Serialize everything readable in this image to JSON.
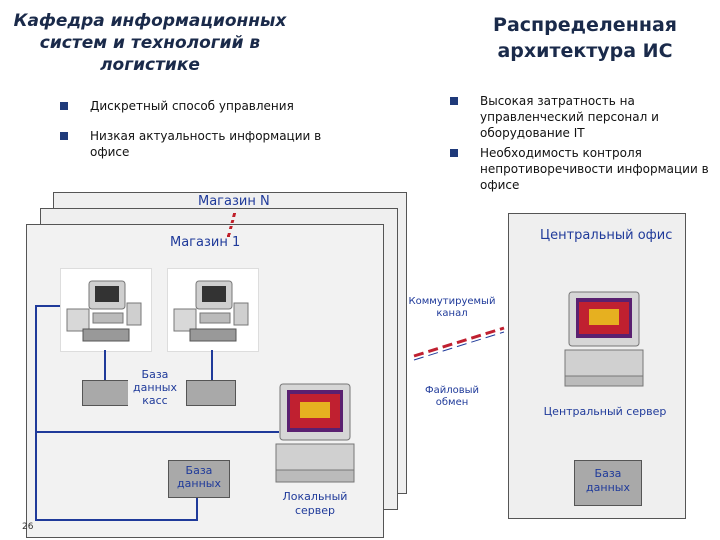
{
  "header": {
    "department": "Кафедра информационных систем и технологий в логистике",
    "title": "Распределенная архитектура ИС"
  },
  "left_bullets": [
    "Дискретный способ управления",
    "Низкая актуальность информации в офисе"
  ],
  "right_bullets": [
    "Высокая затратность на управленческий персонал и оборудование IT",
    "Необходимость контроля непротиворечивости информации в офисе"
  ],
  "diagram": {
    "store_n": "Магазин N",
    "store_1": "Магазин 1",
    "central_office": "Центральный офис",
    "switched_channel": "Коммутируемый канал",
    "file_exchange": "Файловый обмен",
    "pos_db": "База данных касс",
    "db": "База данных",
    "local_server": "Локальный сервер",
    "central_server": "Центральный сервер",
    "central_db": "База данных",
    "page_number": "26"
  },
  "colors": {
    "title": "#1a2a4a",
    "accent_blue": "#1f3a9a",
    "bullet": "#1f3a7a",
    "line_blue": "#1f3a9a",
    "panel_bg": "#efefef"
  }
}
